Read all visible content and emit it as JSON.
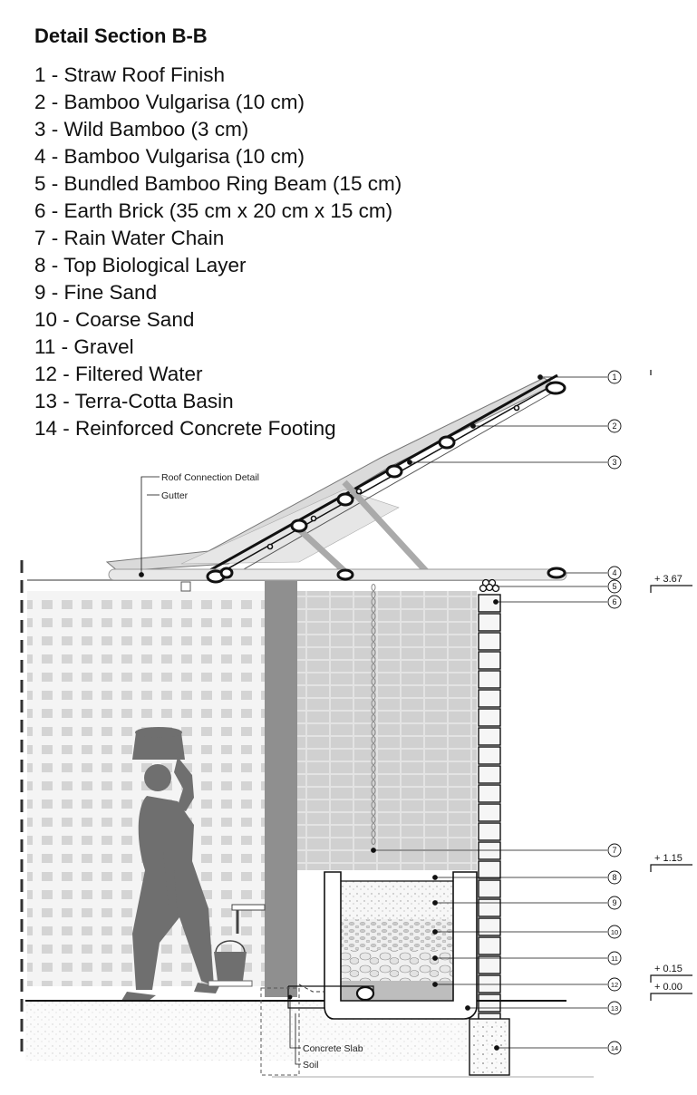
{
  "title": "Detail Section B-B",
  "legend": [
    {
      "num": "1",
      "text": "1 - Straw Roof Finish"
    },
    {
      "num": "2",
      "text": "2 - Bamboo Vulgarisa (10 cm)"
    },
    {
      "num": "3",
      "text": "3 - Wild Bamboo (3 cm)"
    },
    {
      "num": "4",
      "text": "4 - Bamboo Vulgarisa (10 cm)"
    },
    {
      "num": "5",
      "text": "5 - Bundled Bamboo Ring Beam (15 cm)"
    },
    {
      "num": "6",
      "text": "6 - Earth Brick (35 cm x 20 cm x 15 cm)"
    },
    {
      "num": "7",
      "text": "7 - Rain Water Chain"
    },
    {
      "num": "8",
      "text": "8 - Top Biological Layer"
    },
    {
      "num": "9",
      "text": "9 - Fine Sand"
    },
    {
      "num": "10",
      "text": "10 - Coarse Sand"
    },
    {
      "num": "11",
      "text": "11 - Gravel"
    },
    {
      "num": "12",
      "text": "12 - Filtered Water"
    },
    {
      "num": "13",
      "text": "13 - Terra-Cotta Basin"
    },
    {
      "num": "14",
      "text": "14 - Reinforced Concrete Footing"
    }
  ],
  "annotations": {
    "roof_connection": "Roof Connection Detail",
    "gutter": "Gutter",
    "concrete_slab": "Concrete Slab",
    "soil": "Soil"
  },
  "levels": [
    "+ 3.67",
    "+ 1.15",
    "+ 0.15",
    "+ 0.00"
  ],
  "colors": {
    "line": "#111111",
    "wall_pattern": "#d6d6d6",
    "column": "#8f8f8f",
    "silhouette": "#6f6f6f",
    "water": "#bdbdbd",
    "sand": "#f1f1f1"
  }
}
